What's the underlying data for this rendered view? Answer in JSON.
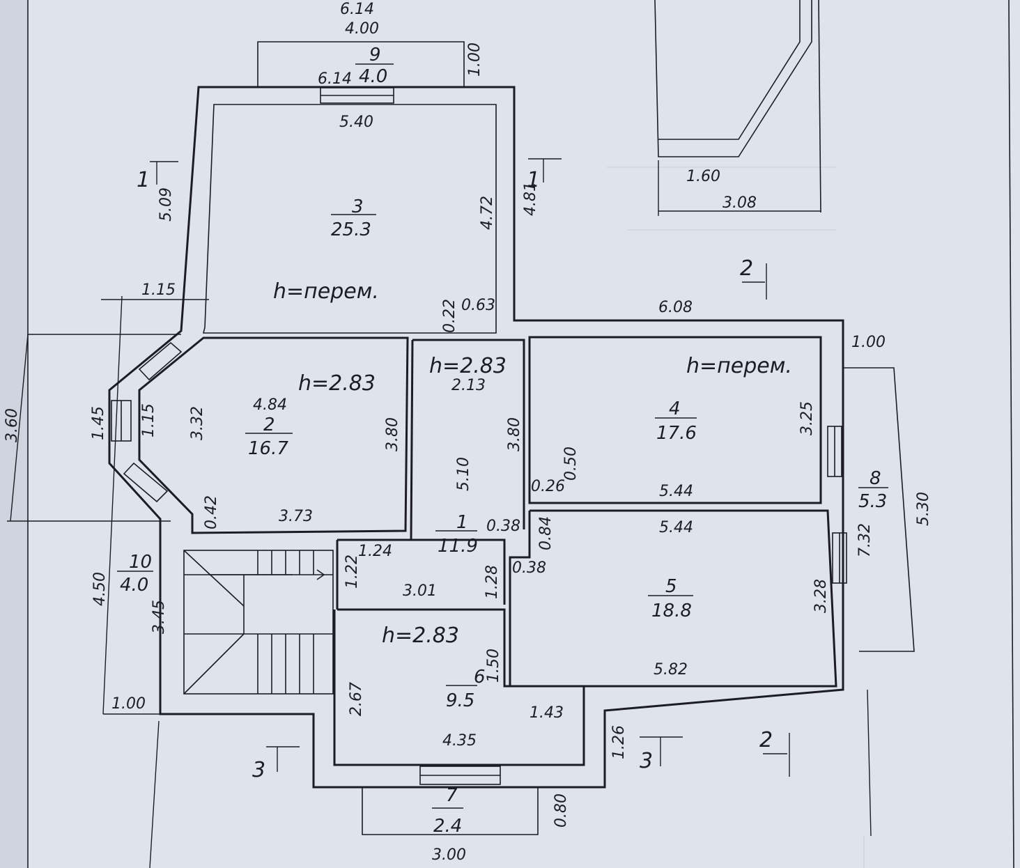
{
  "rooms": [
    {
      "id": "1",
      "area": "11.9"
    },
    {
      "id": "2",
      "area": "16.7"
    },
    {
      "id": "3",
      "area": "25.3"
    },
    {
      "id": "4",
      "area": "17.6"
    },
    {
      "id": "5",
      "area": "18.8"
    },
    {
      "id": "6",
      "area": "9.5"
    },
    {
      "id": "7",
      "area": "2.4"
    },
    {
      "id": "8",
      "area": "5.3"
    },
    {
      "id": "9",
      "area": "4.0"
    },
    {
      "id": "10",
      "area": "4.0"
    }
  ],
  "heights": {
    "room3": "h=перем.",
    "room2": "h=2.83",
    "room1": "h=2.83",
    "room4": "h=перем.",
    "room6": "h=2.83"
  },
  "dimensions": [
    "6.14",
    "4.00",
    "1.00",
    "6.14",
    "5.40",
    "5.09",
    "4.72",
    "4.81",
    "1.15",
    "0.22",
    "0.63",
    "6.08",
    "1.00",
    "3.60",
    "1.45",
    "1.15",
    "3.32",
    "4.84",
    "3.80",
    "2.13",
    "3.80",
    "5.10",
    "3.25",
    "0.50",
    "0.26",
    "5.44",
    "5.30",
    "0.42",
    "3.73",
    "0.38",
    "0.84",
    "5.44",
    "7.32",
    "1.24",
    "1.22",
    "0.38",
    "1.28",
    "3.01",
    "4.50",
    "3.45",
    "3.28",
    "2.67",
    "1.50",
    "5.82",
    "1.00",
    "1.43",
    "4.35",
    "1.26",
    "0.80",
    "3.00",
    "1.60",
    "3.08"
  ],
  "sections": [
    "1",
    "1",
    "2",
    "2",
    "3",
    "3"
  ]
}
